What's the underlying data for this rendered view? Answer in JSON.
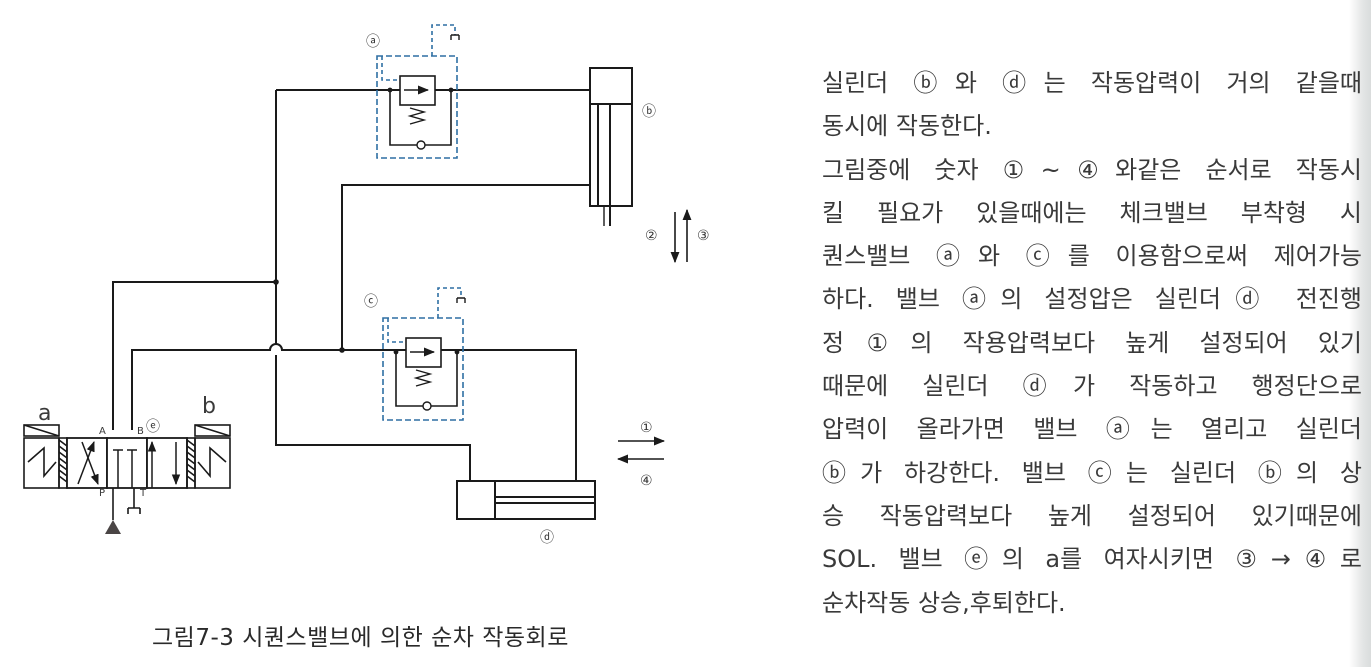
{
  "diagram": {
    "valve_labels": {
      "sequence_valve_a": "ⓐ",
      "cylinder_b": "ⓑ",
      "sequence_valve_c": "ⓒ",
      "cylinder_d": "ⓓ",
      "solenoid_valve_e": "ⓔ"
    },
    "solenoid_labels": {
      "left": "a",
      "right": "b"
    },
    "ports": {
      "A": "A",
      "B": "B",
      "P": "P",
      "T": "T"
    },
    "step_labels": {
      "step1": "①",
      "step2": "②",
      "step3": "③",
      "step4": "④"
    },
    "line_color": "#1a1a1a",
    "pilot_line_color": "#2f6fa3"
  },
  "caption": "그림7-3 시퀀스밸브에 의한 순차 작동회로",
  "description": {
    "lines": [
      "실린더 ⓑ와 ⓓ는 작동압력이 거의 같을때",
      "동시에 작동한다.",
      "그림중에 숫자 ①~④와같은 순서로 작동시",
      "킬 필요가 있을때에는 체크밸브 부착형 시",
      "퀀스밸브 ⓐ와 ⓒ를 이용함으로써 제어가능",
      "하다. 밸브 ⓐ의 설정압은 실린더ⓓ 전진행",
      "정①의 작용압력보다 높게 설정되어 있기",
      "때문에 실린더 ⓓ가 작동하고 행정단으로",
      "압력이 올라가면 밸브 ⓐ는 열리고 실린더",
      "ⓑ가 하강한다. 밸브 ⓒ는 실린더 ⓑ의 상",
      "승 작동압력보다 높게 설정되어 있기때문에",
      "SOL. 밸브 ⓔ의 a를 여자시키면 ③→④로",
      "순차작동 상승,후퇴한다."
    ]
  }
}
